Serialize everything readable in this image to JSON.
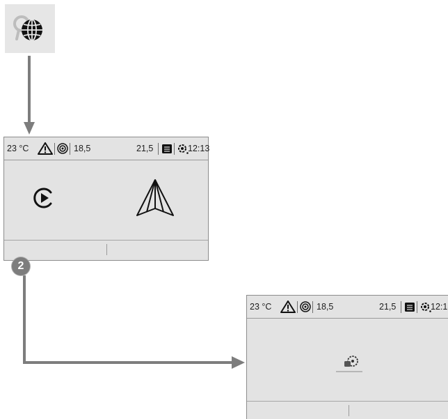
{
  "status_bar": {
    "outside_temp": "23 °C",
    "left_value": "18,5",
    "right_value": "21,5",
    "clock": "12:13"
  },
  "step_badge": "2",
  "icons": {
    "services_button": "globe-with-search-icon",
    "screen_a_left": "play-circle-icon",
    "screen_a_right": "navigation-arrow-icon",
    "screen_b_center": "service-gear-icon",
    "status_icons": [
      "warning-triangle-icon",
      "signal-icon",
      "phone-list-icon",
      "settings-gear-icon"
    ]
  },
  "colors": {
    "screen_background": "#e3e3e3",
    "arrow": "#7d7d7d",
    "badge": "#7d7d7d"
  }
}
